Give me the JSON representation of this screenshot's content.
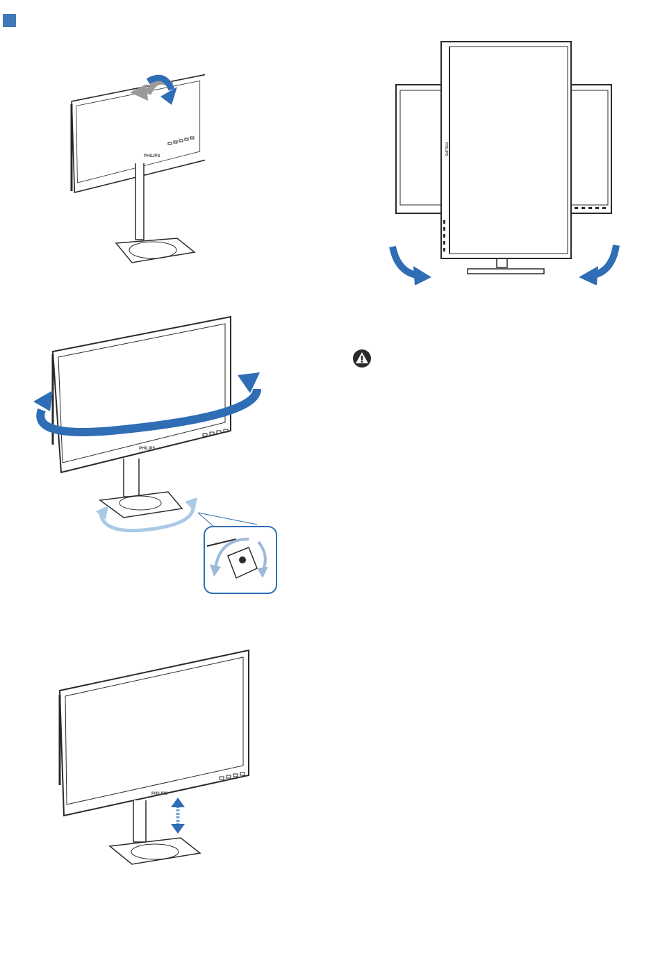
{
  "brand": "PHILIPS",
  "colors": {
    "section_marker": "#4178b8",
    "arrow_primary": "#2f6db5",
    "arrow_light": "#a9c9e6",
    "arrow_gray": "#9a9a9a",
    "line": "#2a2a2a"
  },
  "icons": {
    "section_marker": "blue-square-icon",
    "warning": "warning-triangle-icon"
  },
  "figures": {
    "tilt": "tilt-figure",
    "pivot": "pivot-figure",
    "swivel": "swivel-figure",
    "height": "height-adjustment-figure"
  }
}
